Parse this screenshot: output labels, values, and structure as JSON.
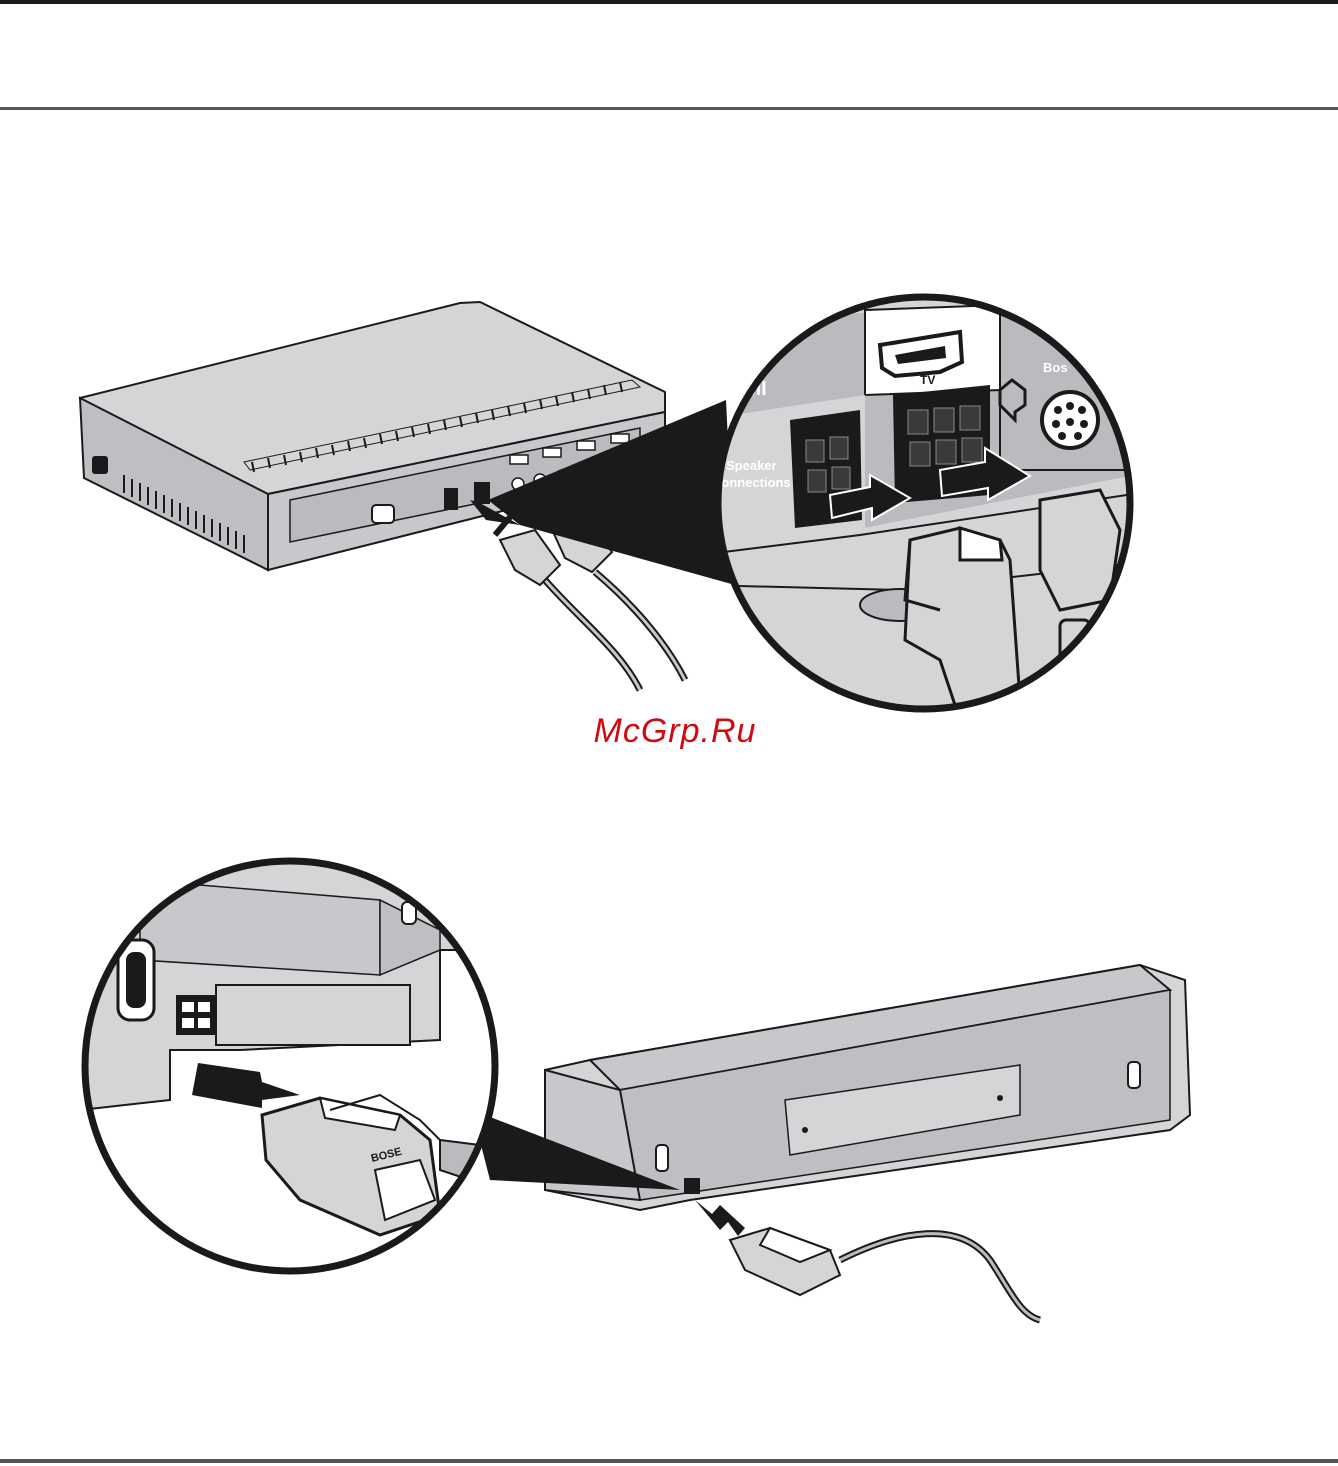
{
  "watermark": {
    "text": "McGrp.Ru",
    "color": "#d10a10"
  },
  "colors": {
    "ink": "#1a1a1a",
    "device": "#d4d5d7",
    "device_dark": "#8d8f92",
    "panel": "#b9bbbe",
    "rule": "#555555"
  },
  "console_zoom": {
    "label_hdmi": "ƆMI",
    "label_speaker_1": "Speaker",
    "label_speaker_2": "Connections",
    "label_tv": "TV",
    "label_bose": "Bos"
  },
  "bass_module_logo": "BOSE"
}
